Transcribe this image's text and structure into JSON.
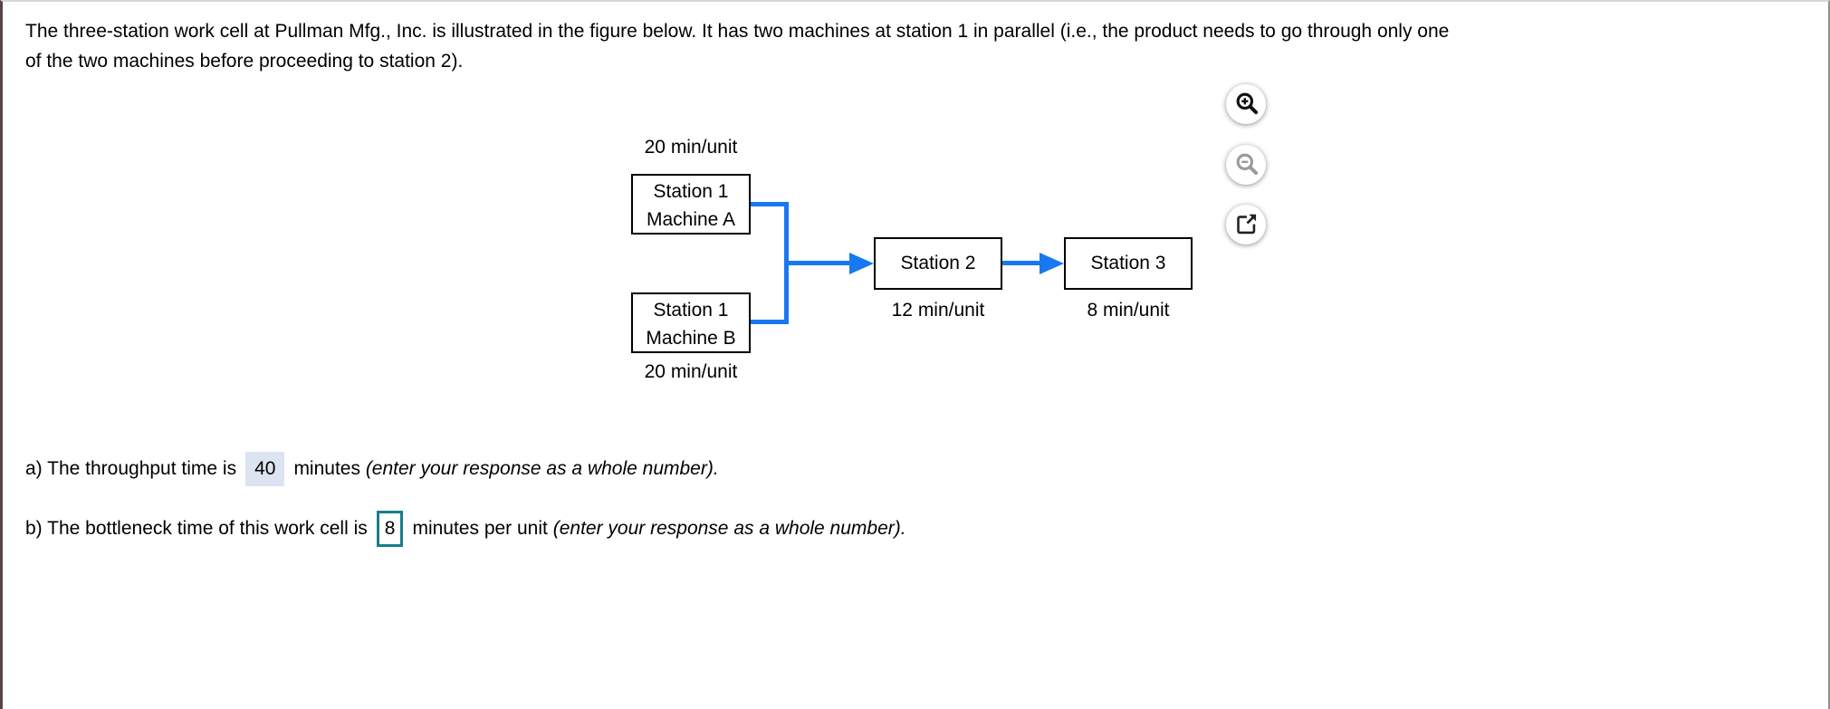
{
  "question": {
    "lines": [
      "The three-station work cell at Pullman Mfg., Inc. is illustrated in the figure below. It has two machines at station 1 in parallel (i.e., the product needs to go through only one",
      "of the two machines before proceeding to station 2)."
    ]
  },
  "diagram": {
    "machine_a": {
      "name_line1": "Station 1",
      "name_line2": "Machine A",
      "rate": "20 min/unit"
    },
    "machine_b": {
      "name_line1": "Station 1",
      "name_line2": "Machine B",
      "rate": "20 min/unit"
    },
    "station2": {
      "label": "Station 2",
      "rate": "12 min/unit"
    },
    "station3": {
      "label": "Station 3",
      "rate": "8 min/unit"
    }
  },
  "toolbar": {
    "buttons": [
      {
        "icon": "zoom-in-icon"
      },
      {
        "icon": "zoom-out-icon"
      },
      {
        "icon": "open-in-new-icon"
      }
    ]
  },
  "answers": {
    "a": {
      "prefix": "a) The throughput time is",
      "value": "40",
      "unit": "minutes",
      "note": "(enter your response as a whole number)."
    },
    "b": {
      "prefix": "b) The bottleneck time of this work cell is",
      "value": "8",
      "unit": "minutes per unit",
      "note": "(enter your response as a whole number)."
    }
  },
  "colors": {
    "arrow_blue": "#1778F2",
    "active_input_border": "#177E8C",
    "filled_answer_bg": "#DCE3F1",
    "page_left_edge": "#564543"
  }
}
